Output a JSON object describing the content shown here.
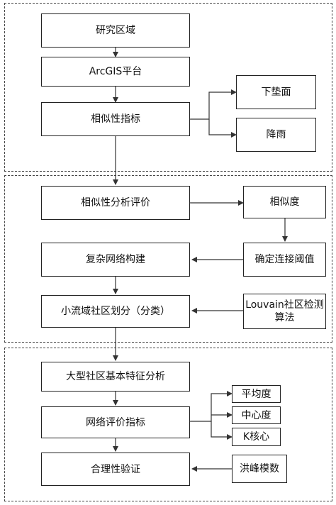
{
  "groups": [
    "",
    "",
    ""
  ],
  "nodes": {
    "study_area": "研究区域",
    "arcgis": "ArcGIS平台",
    "similarity_index": "相似性指标",
    "underlying_surface": "下垫面",
    "rainfall": "降雨",
    "similarity_analysis": "相似性分析评价",
    "similarity_degree": "相似度",
    "complex_network": "复杂网络构建",
    "threshold": "确定连接阈值",
    "community_division": "小流域社区划分（分类）",
    "louvain_line1": "Louvain社区检测",
    "louvain_line2": "算法",
    "large_community": "大型社区基本特征分析",
    "network_index": "网络评价指标",
    "avg_degree": "平均度",
    "centrality": "中心度",
    "k_core": "K核心",
    "rationality": "合理性验证",
    "flood_model": "洪峰模数"
  },
  "colors": {
    "border": "#222222",
    "dash": "#444444",
    "arrow": "#333333"
  }
}
